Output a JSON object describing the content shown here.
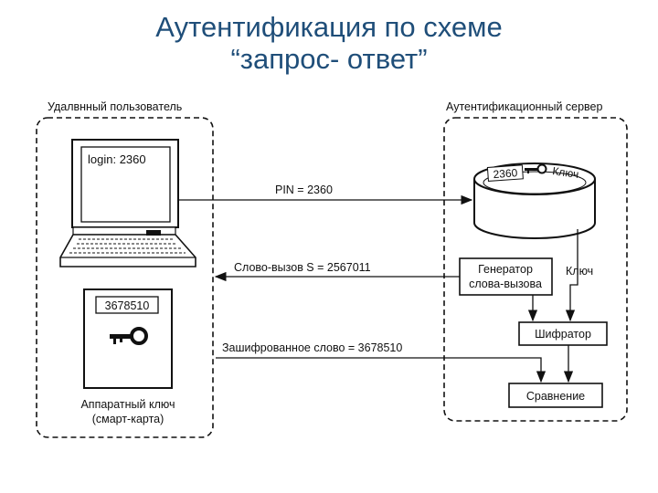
{
  "title": {
    "line1": "Аутентификация по схеме",
    "line2": "“запрос- ответ”"
  },
  "user_side": {
    "label": "Удалвнный пользователь",
    "screen_text": "login: 2360",
    "token_display": "3678510",
    "token_caption_line1": "Аппаратный ключ",
    "token_caption_line2": "(смарт-карта)"
  },
  "server_side": {
    "label": "Аутентификационный сервер",
    "db_entry_id": "2360",
    "db_entry_key": "Ключ",
    "generator_line1": "Генератор",
    "generator_line2": "слова-вызова",
    "key_label": "Ключ",
    "cipher_label": "Шифратор",
    "compare_label": "Сравнение"
  },
  "messages": {
    "pin": "PIN = 2360",
    "challenge": "Слово-вызов S = 2567011",
    "response": "Зашифрованное слово = 3678510"
  },
  "colors": {
    "title": "#1f4e79",
    "lines": "#111111"
  }
}
